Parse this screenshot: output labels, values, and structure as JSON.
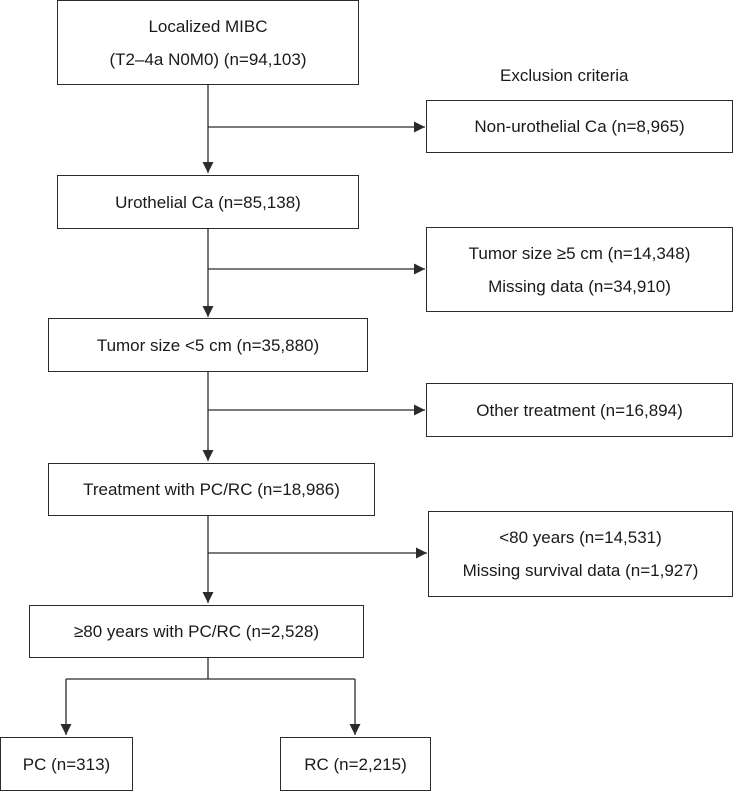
{
  "exclusion_header": "Exclusion criteria",
  "boxes": {
    "start": {
      "line1": "Localized MIBC",
      "line2": "(T2–4a N0M0) (n=94,103)"
    },
    "excl1": {
      "line1": "Non-urothelial Ca (n=8,965)"
    },
    "uro": {
      "line1": "Urothelial Ca (n=85,138)"
    },
    "excl2": {
      "line1": "Tumor size ≥5 cm (n=14,348)",
      "line2": "Missing data (n=34,910)"
    },
    "size": {
      "line1": "Tumor size <5 cm (n=35,880)"
    },
    "excl3": {
      "line1": "Other treatment (n=16,894)"
    },
    "treat": {
      "line1": "Treatment with PC/RC (n=18,986)"
    },
    "excl4": {
      "line1": "<80 years (n=14,531)",
      "line2": "Missing survival data (n=1,927)"
    },
    "aged": {
      "line1": "≥80 years with PC/RC (n=2,528)"
    },
    "pc": {
      "line1": "PC (n=313)"
    },
    "rc": {
      "line1": "RC (n=2,215)"
    }
  }
}
